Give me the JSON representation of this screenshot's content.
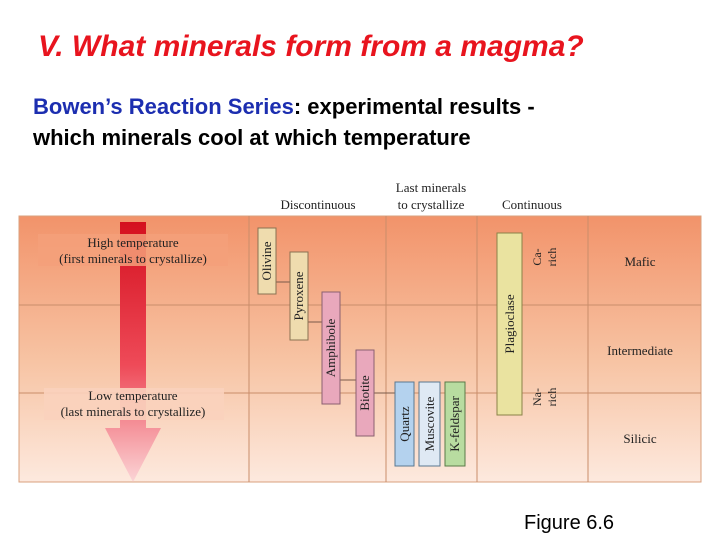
{
  "slide": {
    "title": "V.  What minerals form from a magma?",
    "subtitle_term": "Bowen’s Reaction Series",
    "subtitle_rest_line1": ":  experimental results -",
    "subtitle_line2": "which minerals cool at which temperature",
    "figure_label": "Figure 6.6"
  },
  "diagram": {
    "col_discontinuous": "Discontinuous",
    "col_last_line1": "Last minerals",
    "col_last_line2": "to crystallize",
    "col_continuous": "Continuous",
    "high_temp_line1": "High temperature",
    "high_temp_line2": "(first minerals to crystallize)",
    "low_temp_line1": "Low temperature",
    "low_temp_line2": "(last minerals to crystallize)",
    "rows": [
      "Mafic",
      "Intermediate",
      "Silicic"
    ],
    "minerals": {
      "olivine": "Olivine",
      "pyroxene": "Pyroxene",
      "amphibole": "Amphibole",
      "biotite": "Biotite",
      "quartz": "Quartz",
      "muscovite": "Muscovite",
      "kfeldspar": "K-feldspar",
      "plagioclase": "Plagioclase"
    },
    "ca_rich_line1": "Ca-",
    "ca_rich_line2": "rich",
    "na_rich_line1": "Na-",
    "na_rich_line2": "rich"
  },
  "colors": {
    "title": "#e8141e",
    "accent": "#1c2eb0",
    "bar_tan": "#efdcae",
    "bar_pink": "#e9a8bc",
    "bar_blue": "#b4d2ee",
    "bar_green": "#b8dca0",
    "bar_yellow": "#eae3a0",
    "arrow": "#e11d2a"
  }
}
